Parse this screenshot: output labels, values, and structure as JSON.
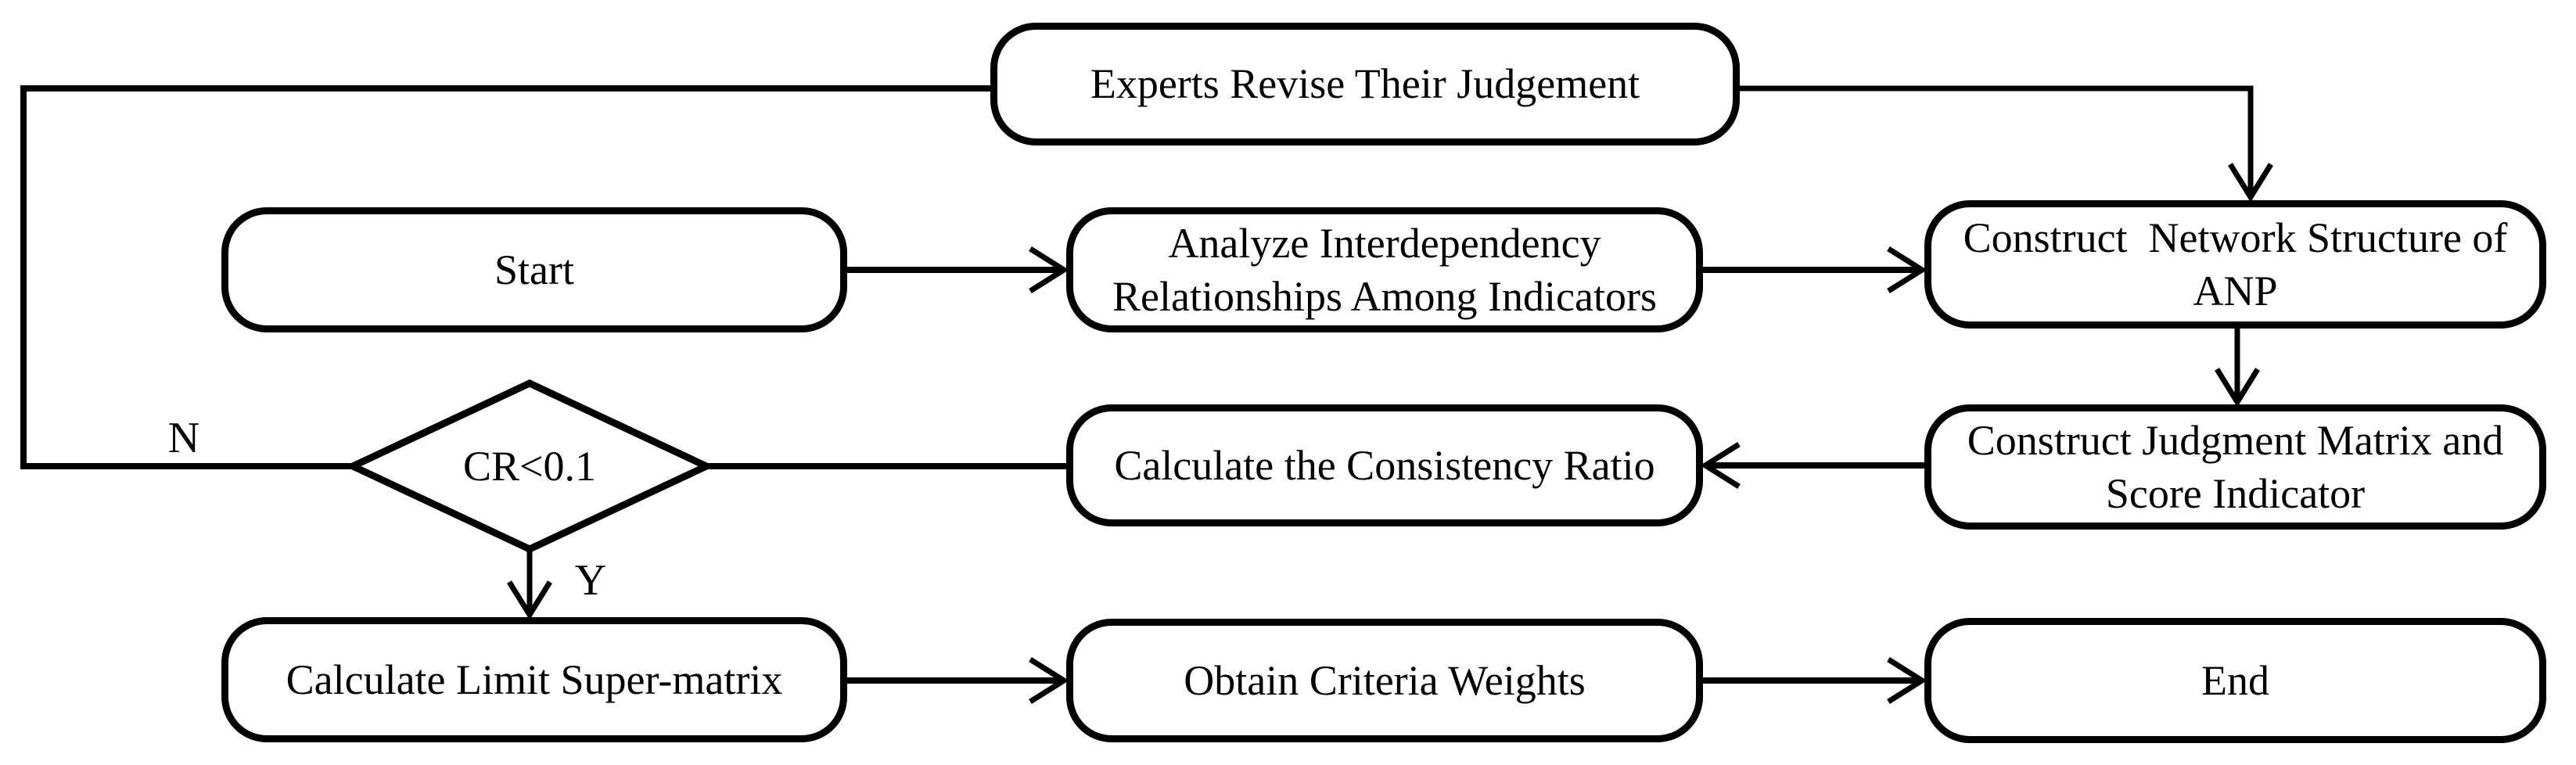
{
  "diagram": {
    "background_color": "#ffffff",
    "line_color": "#000000",
    "nodes": {
      "experts_revise": {
        "type": "rounded-rect",
        "label": "Experts Revise Their Judgement"
      },
      "start": {
        "type": "rounded-rect",
        "label": "Start"
      },
      "analyze": {
        "type": "rounded-rect",
        "label": "Analyze Interdependency\nRelationships Among Indicators"
      },
      "construct_network": {
        "type": "rounded-rect",
        "label": "Construct  Network Structure of\nANP"
      },
      "construct_judgment": {
        "type": "rounded-rect",
        "label": "Construct Judgment Matrix and\nScore Indicator"
      },
      "consistency_ratio": {
        "type": "rounded-rect",
        "label": "Calculate the Consistency Ratio"
      },
      "cr_decision": {
        "type": "diamond",
        "label": "CR<0.1"
      },
      "limit_supermatrix": {
        "type": "rounded-rect",
        "label": "Calculate Limit Super-matrix"
      },
      "criteria_weights": {
        "type": "rounded-rect",
        "label": "Obtain Criteria Weights"
      },
      "end": {
        "type": "rounded-rect",
        "label": "End"
      }
    },
    "edge_labels": {
      "no": "N",
      "yes": "Y"
    },
    "edges": [
      {
        "from": "start",
        "to": "analyze",
        "label": ""
      },
      {
        "from": "analyze",
        "to": "construct_network",
        "label": ""
      },
      {
        "from": "construct_network",
        "to": "construct_judgment",
        "label": ""
      },
      {
        "from": "construct_judgment",
        "to": "consistency_ratio",
        "label": ""
      },
      {
        "from": "consistency_ratio",
        "to": "cr_decision",
        "label": ""
      },
      {
        "from": "cr_decision",
        "to": "experts_revise",
        "label": "N"
      },
      {
        "from": "experts_revise",
        "to": "construct_network",
        "label": ""
      },
      {
        "from": "cr_decision",
        "to": "limit_supermatrix",
        "label": "Y"
      },
      {
        "from": "limit_supermatrix",
        "to": "criteria_weights",
        "label": ""
      },
      {
        "from": "criteria_weights",
        "to": "end",
        "label": ""
      }
    ]
  }
}
